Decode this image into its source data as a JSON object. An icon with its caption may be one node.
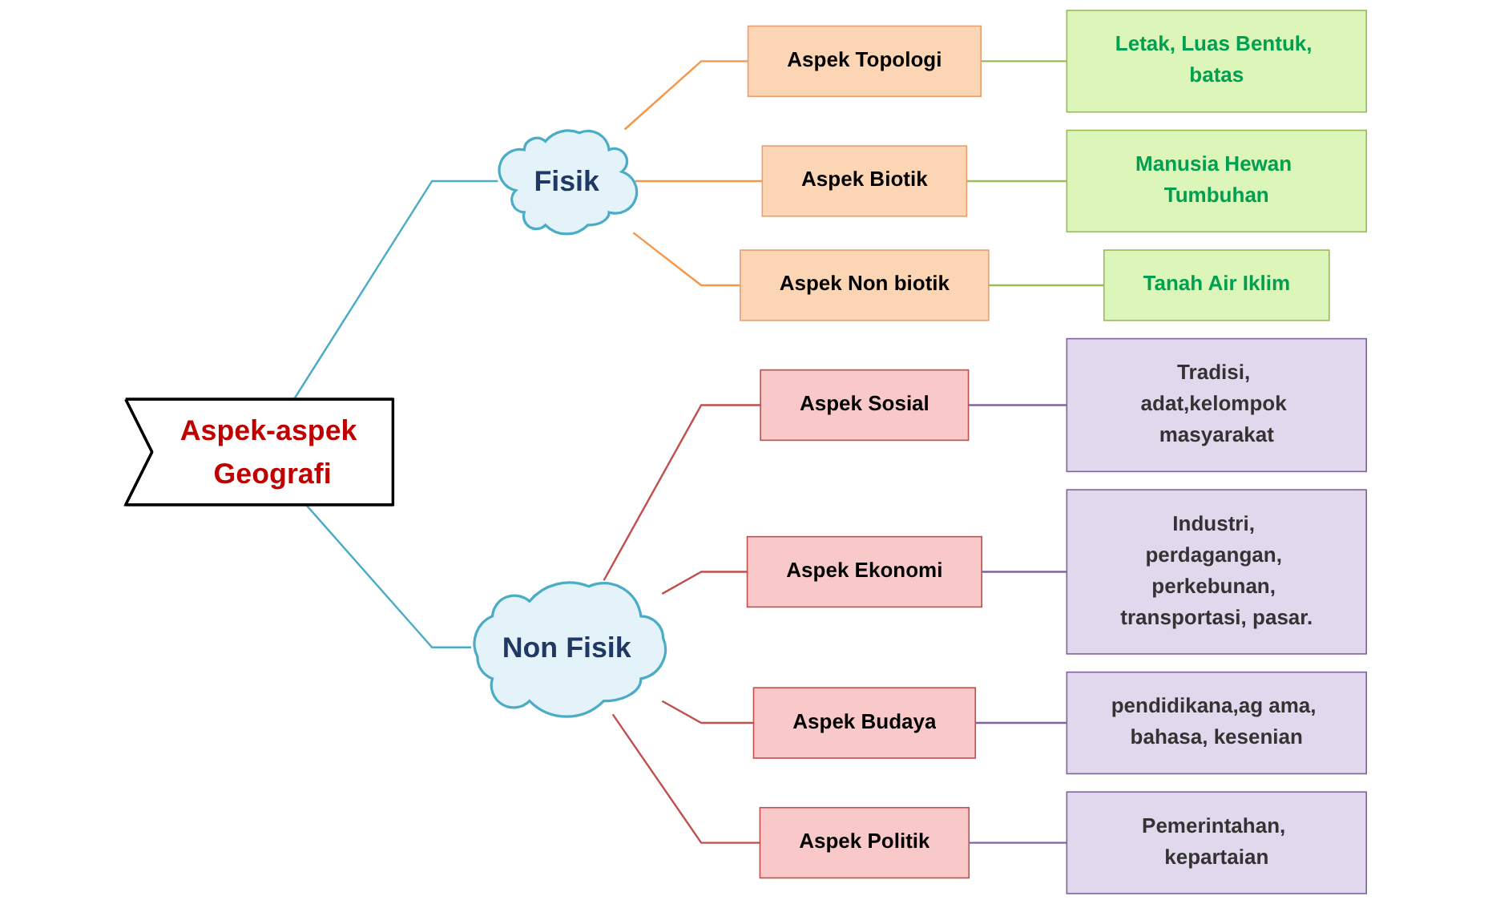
{
  "diagram": {
    "nodes": [
      {
        "text": [
          "Aspek-aspek Geografi"
        ]
      },
      {
        "text": [
          "Fisik"
        ]
      },
      {
        "text": [
          "Non Fisik"
        ]
      },
      {
        "text": [
          "Aspek Topologi"
        ]
      },
      {
        "text": [
          "Aspek Biotik"
        ]
      },
      {
        "text": [
          "Aspek Non biotik"
        ]
      },
      {
        "text": [
          "Letak, Luas Bentuk, batas"
        ]
      },
      {
        "text": [
          "Manusia Hewan Tumbuhan"
        ]
      },
      {
        "text": [
          "Tanah Air Iklim"
        ]
      },
      {
        "text": [
          "Aspek Sosial"
        ]
      },
      {
        "text": [
          "Aspek Ekonomi"
        ]
      },
      {
        "text": [
          "Aspek Budaya"
        ]
      },
      {
        "text": [
          "Aspek Politik"
        ]
      },
      {
        "text": [
          "Tradisi, adat,kelompok masyarakat"
        ]
      },
      {
        "text": [
          "Industri, perdagangan, perkebunan, transportasi, pasar."
        ]
      },
      {
        "text": [
          "pendidikana,ag ama, bahasa, kesenian"
        ]
      },
      {
        "text": [
          "Pemerintahan, kepartaian"
        ]
      }
    ],
    "edges": [
      {
        "from": 0,
        "to": 1,
        "arrow": "none",
        "color": "#4bacc6"
      },
      {
        "from": 0,
        "to": 2,
        "arrow": "none",
        "color": "#4bacc6"
      },
      {
        "from": 1,
        "to": 3,
        "arrow": "none",
        "color": "#f79646"
      },
      {
        "from": 1,
        "to": 4,
        "arrow": "none",
        "color": "#f79646"
      },
      {
        "from": 1,
        "to": 5,
        "arrow": "none",
        "color": "#f79646"
      },
      {
        "from": 3,
        "to": 6,
        "arrow": "none",
        "color": "#9bbb59"
      },
      {
        "from": 4,
        "to": 7,
        "arrow": "none",
        "color": "#9bbb59"
      },
      {
        "from": 5,
        "to": 8,
        "arrow": "none",
        "color": "#9bbb59"
      },
      {
        "from": 2,
        "to": 9,
        "arrow": "none",
        "color": "#c0504d"
      },
      {
        "from": 2,
        "to": 10,
        "arrow": "none",
        "color": "#c0504d"
      },
      {
        "from": 2,
        "to": 11,
        "arrow": "none",
        "color": "#c0504d"
      },
      {
        "from": 2,
        "to": 12,
        "arrow": "none",
        "color": "#c0504d"
      },
      {
        "from": 9,
        "to": 13,
        "arrow": "none",
        "color": "#8064a2"
      },
      {
        "from": 10,
        "to": 14,
        "arrow": "none",
        "color": "#8064a2"
      },
      {
        "from": 11,
        "to": 15,
        "arrow": "none",
        "color": "#8064a2"
      },
      {
        "from": 12,
        "to": 16,
        "arrow": "none",
        "color": "#8064a2"
      }
    ]
  }
}
